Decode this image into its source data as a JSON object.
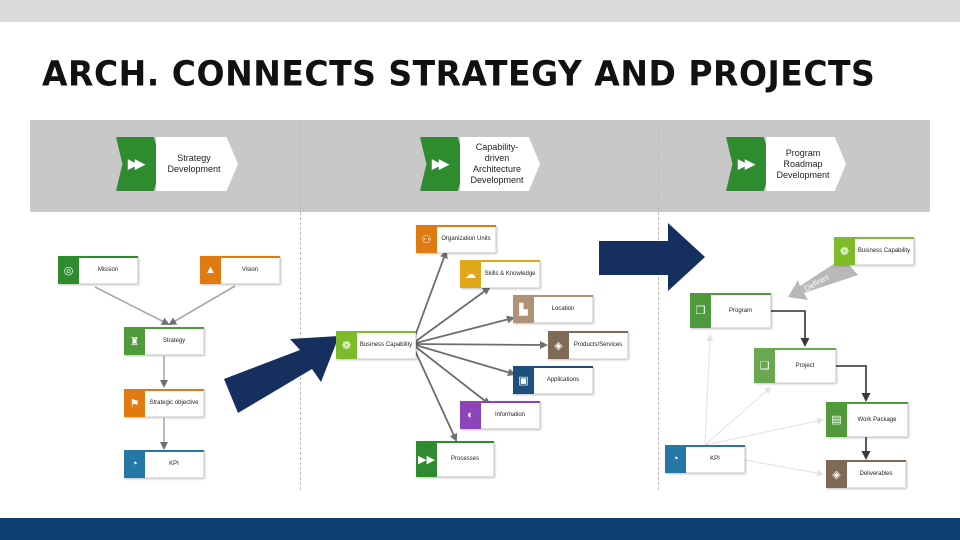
{
  "title": "ARCH. CONNECTS STRATEGY AND PROJECTS",
  "phases": [
    {
      "label_lines": [
        "Strategy",
        "Development"
      ]
    },
    {
      "label_lines": [
        "Capability-driven",
        "Architecture",
        "Development"
      ]
    },
    {
      "label_lines": [
        "Program",
        "Roadmap",
        "Development"
      ]
    }
  ],
  "strategy_nodes": {
    "mission": "Mission",
    "vision": "Vision",
    "strategy": "Strategy",
    "strategic_objective": "Strategic objective",
    "kpi": "KPI"
  },
  "architecture_nodes": {
    "business_capability": "Business Capability",
    "organization_units": "Organization Units",
    "skills_knowledge": "Skills & Knowledge",
    "location": "Location",
    "products_services": "Products/Services",
    "applications": "Applications",
    "information": "Information",
    "processes": "Processes"
  },
  "program_nodes": {
    "business_capability": "Business Capability",
    "defines_label": "Defines",
    "program": "Program",
    "project": "Project",
    "work_package": "Work Package",
    "deliverables": "Deliverables",
    "kpi": "KPI"
  },
  "colors": {
    "green": "#2e8b2e",
    "lime": "#7dbb2a",
    "orange": "#e07b12",
    "yellow": "#e0a818",
    "teal": "#2577a5",
    "tan": "#b09278",
    "brown": "#7e6a55",
    "navy_blue": "#1d4f7c",
    "purple": "#8d44b8",
    "mid_green": "#4f9a3a",
    "dark_navy": "#15305f",
    "footer_navy": "#0f3e73"
  },
  "icons": {
    "phase": "double-chevron-icon",
    "mission": "target-icon",
    "vision": "vision-icon",
    "strategy": "chess-piece-icon",
    "strategic_objective": "flag-icon",
    "kpi": "gauge-icon",
    "business_capability": "capability-icon",
    "organization_units": "people-icon",
    "skills_knowledge": "head-icon",
    "location": "building-icon",
    "products_services": "box-icon",
    "applications": "window-icon",
    "information": "info-icon",
    "processes": "play-icon",
    "program": "document-stack-icon",
    "project": "project-icon",
    "work_package": "clipboard-icon",
    "deliverables": "package-icon"
  }
}
